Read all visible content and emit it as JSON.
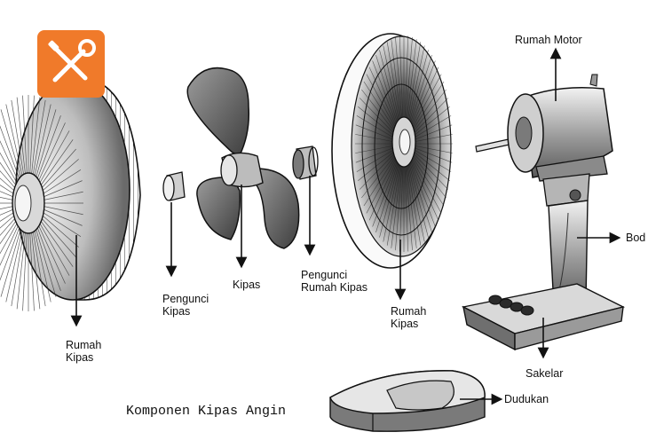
{
  "caption": "Komponen Kipas Angin",
  "labels": {
    "rumah_kipas_back": [
      "Rumah",
      "Kipas"
    ],
    "pengunci_kipas": [
      "Pengunci",
      "Kipas"
    ],
    "kipas": "Kipas",
    "pengunci_rumah_kipas": [
      "Pengunci",
      "Rumah Kipas"
    ],
    "rumah_kipas_front": [
      "Rumah",
      "Kipas"
    ],
    "rumah_motor": "Rumah Motor",
    "body": "Bod",
    "sakelar": "Sakelar",
    "dudukan": "Dudukan"
  },
  "colors": {
    "badge_bg": "#f07a2a",
    "line": "#111111",
    "shade": "#6b6b6b"
  },
  "icons": {
    "badge": "tools-icon"
  }
}
